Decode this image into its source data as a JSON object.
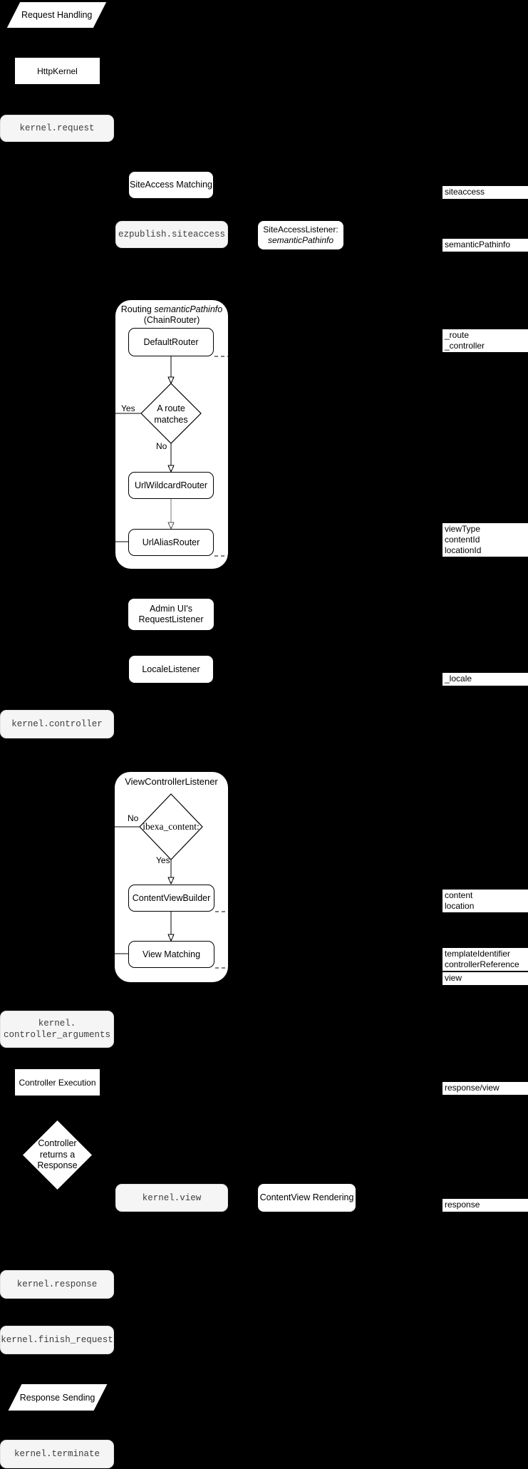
{
  "diagram": {
    "background_color": "#000000",
    "event_box_color": "#f5f5f5",
    "node_color": "#ffffff",
    "nodes": {
      "request_handling": {
        "label": "Request Handling"
      },
      "http_kernel": {
        "label": "HttpKernel"
      },
      "kernel_request": {
        "label": "kernel.request"
      },
      "siteaccess_matching": {
        "label": "SiteAccess Matching"
      },
      "ezpublish_siteaccess": {
        "label": "ezpublish.siteaccess"
      },
      "siteaccess_listener": {
        "line1": "SiteAccessListener:",
        "line2": "semanticPathinfo"
      },
      "routing": {
        "title_plain": "Routing ",
        "title_italic": "semanticPathinfo",
        "title_line2": "(ChainRouter)",
        "default_router": "DefaultRouter",
        "decision_line1": "A route",
        "decision_line2": "matches",
        "yes": "Yes",
        "no": "No",
        "url_wildcard_router": "UrlWildcardRouter",
        "url_alias_router": "UrlAliasRouter"
      },
      "admin_request_listener": {
        "line1": "Admin UI's",
        "line2": "RequestListener"
      },
      "locale_listener": {
        "label": "LocaleListener"
      },
      "kernel_controller": {
        "label": "kernel.controller"
      },
      "view_controller_listener": {
        "title": "ViewControllerListener",
        "decision_label": "ibexa_content:",
        "yes": "Yes",
        "no": "No",
        "content_view_builder": "ContentViewBuilder",
        "view_matching": "View Matching"
      },
      "kernel_controller_arguments": {
        "line1": "kernel.",
        "line2": "controller_arguments"
      },
      "controller_execution": {
        "label": "Controller Execution"
      },
      "controller_returns_response": {
        "line1": "Controller",
        "line2": "returns a",
        "line3": "Response"
      },
      "kernel_view": {
        "label": "kernel.view"
      },
      "contentview_rendering": {
        "label": "ContentView Rendering"
      },
      "kernel_response": {
        "label": "kernel.response"
      },
      "kernel_finish_request": {
        "label": "kernel.finish_request"
      },
      "response_sending": {
        "label": "Response Sending"
      },
      "kernel_terminate": {
        "label": "kernel.terminate"
      }
    },
    "side_labels": {
      "siteaccess": "siteaccess",
      "semantic_pathinfo": "semanticPathinfo",
      "route_controller": [
        "_route",
        "_controller"
      ],
      "view_params": [
        "viewType",
        "contentId",
        "locationId"
      ],
      "locale": "_locale",
      "content_location": [
        "content",
        "location"
      ],
      "template_controller": [
        "templateIdentifier",
        "controllerReference"
      ],
      "view": "view",
      "response_view": "response/view",
      "response": "response"
    }
  }
}
